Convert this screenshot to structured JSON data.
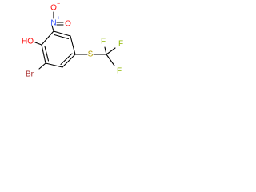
{
  "molecule": {
    "atoms": {
      "hydroxyl": "HO",
      "nitro_nitrogen": "N",
      "nitro_plus": "+",
      "nitro_oxygen_top": "O",
      "nitro_minus": "−",
      "nitro_oxygen_side": "O",
      "bromine": "Br",
      "sulfur": "S",
      "carbon": "C",
      "fluorine_top_left": "F",
      "fluorine_top_right": "F",
      "fluorine_right": "F"
    },
    "colors": {
      "bond": "#000000",
      "carbon_text": "#000000",
      "oxygen": "#ff0d0d",
      "nitrogen": "#3050f8",
      "bromine": "#a62929",
      "sulfur": "#b5a000",
      "fluorine": "#8fb800"
    }
  }
}
